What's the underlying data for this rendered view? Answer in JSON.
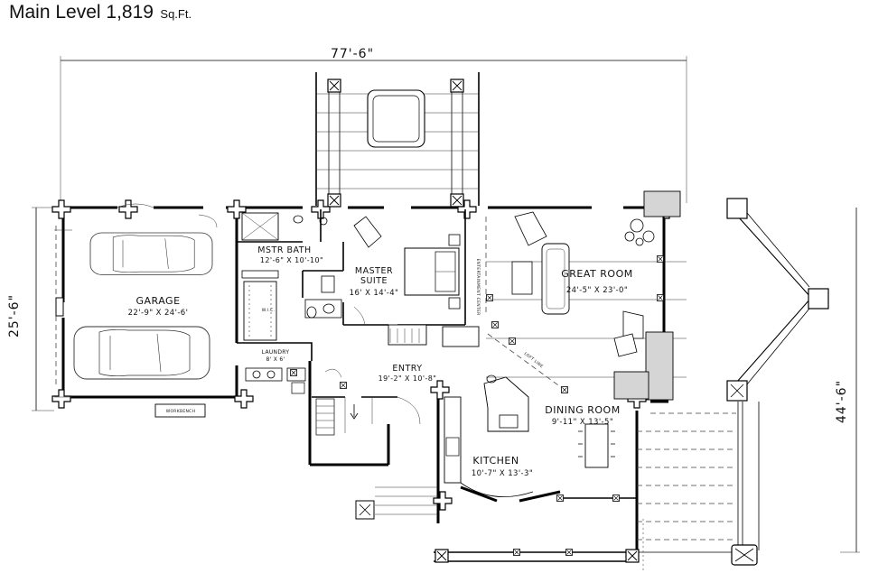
{
  "title": {
    "main": "Main Level 1,819",
    "unit": "Sq.Ft."
  },
  "overall_dimensions": {
    "width": "77'-6\"",
    "left_depth": "25'-6\"",
    "right_depth": "44'-6\""
  },
  "rooms": {
    "garage": {
      "name": "GARAGE",
      "size": "22'-9\" X 24'-6'"
    },
    "master_bath": {
      "name": "MSTR BATH",
      "size": "12'-6\" X 10'-10\""
    },
    "master_suite": {
      "name_line1": "MASTER",
      "name_line2": "SUITE",
      "size": "16' X 14'-4\""
    },
    "great_room": {
      "name": "GREAT ROOM",
      "size": "24'-5\" X 23'-0\""
    },
    "laundry": {
      "name": "LAUNDRY",
      "size": "8' X 6'"
    },
    "entry": {
      "name": "ENTRY",
      "size": "19'-2\" X 10'-8\""
    },
    "dining_room": {
      "name": "DINING ROOM",
      "size": "9'-11\" X 13'-5\""
    },
    "kitchen": {
      "name": "KITCHEN",
      "size": "10'-7\" X 13'-3\""
    }
  },
  "annotations": {
    "workbench": "WORKBENCH",
    "wic": "W.I.C.",
    "entertainment_center": "ENTERTAINMENT CENTER",
    "loft_line": "LOFT LINE"
  }
}
